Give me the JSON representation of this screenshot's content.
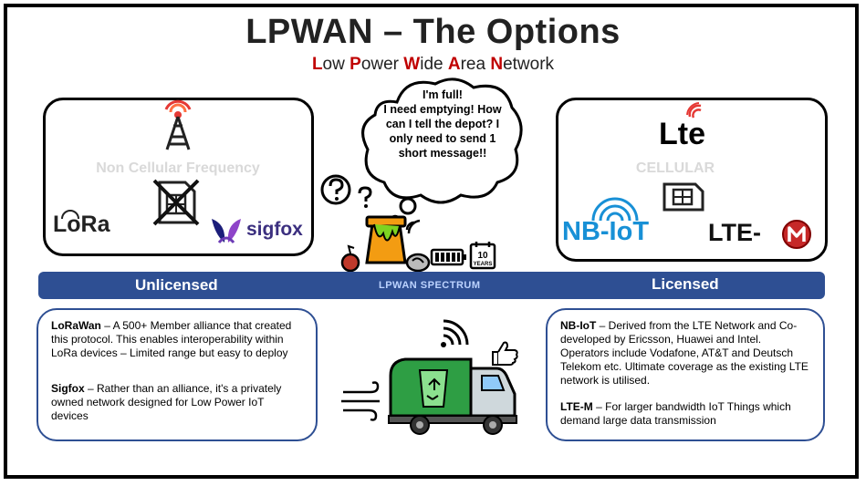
{
  "title": "LPWAN – The Options",
  "subtitle": [
    {
      "cap": "L",
      "rest": "ow "
    },
    {
      "cap": "P",
      "rest": "ower "
    },
    {
      "cap": "W",
      "rest": "ide "
    },
    {
      "cap": "A",
      "rest": "rea "
    },
    {
      "cap": "N",
      "rest": "etwork"
    }
  ],
  "left_panel": {
    "label": "Non Cellular Frequency",
    "logos": {
      "lora": "LoRa",
      "sigfox": "sigfox"
    }
  },
  "right_panel": {
    "label": "CELLULAR",
    "logos": {
      "lte": "Lte",
      "nbiot": "NB-IoT",
      "ltem": "LTE-"
    }
  },
  "bubble": {
    "lines": [
      "I'm full!",
      "I need emptying! How",
      "can I tell the depot? I",
      "only need to send 1",
      "short message!!"
    ]
  },
  "battery_years": {
    "num": "10",
    "label": "YEARS"
  },
  "band": {
    "left": "Unlicensed",
    "center": "LPWAN SPECTRUM",
    "right": "Licensed"
  },
  "info_left": {
    "lorawan_title": "LoRaWan",
    "lorawan_text": " – A 500+ Member alliance that created this protocol. This enables interoperability within LoRa devices – Limited range but easy to deploy",
    "sigfox_title": "Sigfox",
    "sigfox_text": " – Rather than an alliance, it's a privately owned network designed for Low Power IoT devices"
  },
  "info_right": {
    "nbiot_title": "NB-IoT",
    "nbiot_text": " – Derived from the LTE Network and Co-developed by Ericsson, Huawei and Intel. Operators include Vodafone, AT&T and Deutsch Telekom etc. Ultimate coverage as the existing LTE network is utilised.",
    "ltem_title": "LTE-M",
    "ltem_text": " – For larger bandwidth IoT Things which demand large data transmission"
  },
  "colors": {
    "band": "#2e4f93",
    "accent_red": "#c00000",
    "bin_orange": "#f39c12",
    "truck_green": "#2e9e44",
    "nbiot_blue": "#1890d6"
  }
}
